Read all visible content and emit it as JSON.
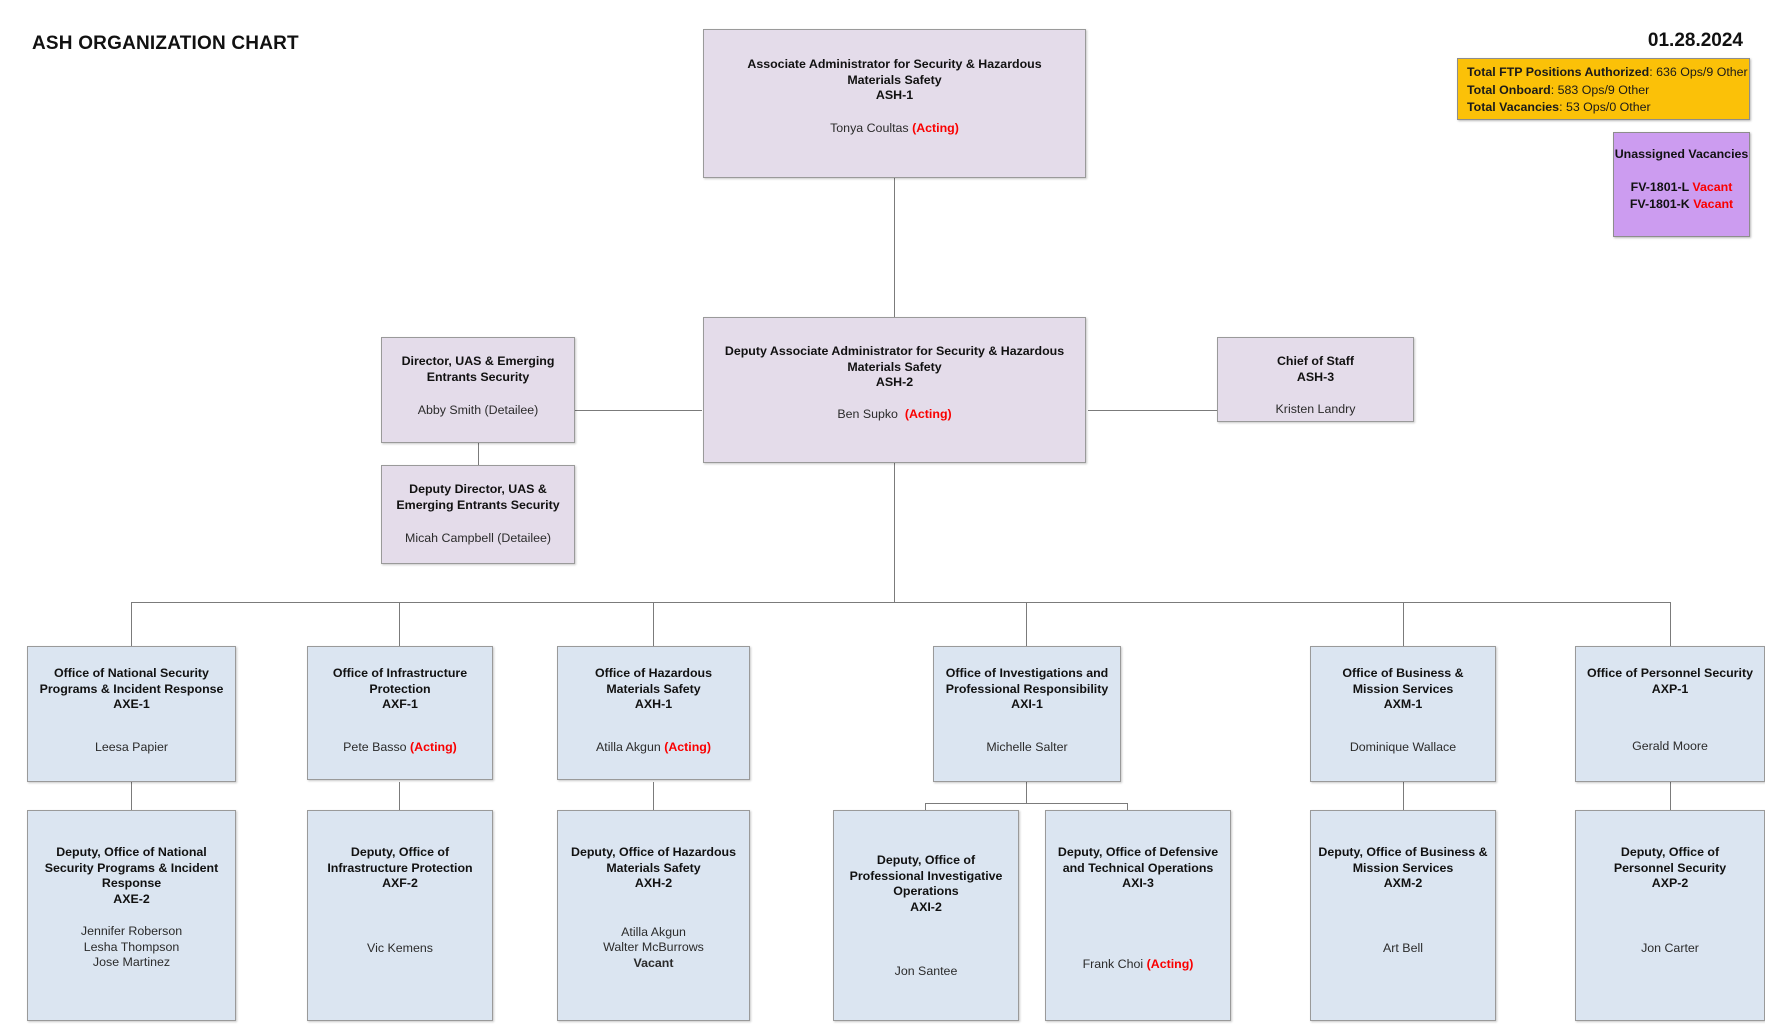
{
  "header": {
    "title": "ASH ORGANIZATION CHART",
    "date": "01.28.2024"
  },
  "ftp_summary": {
    "authorized_label": "Total FTP Positions Authorized",
    "authorized_value": ": 636 Ops/9 Other",
    "onboard_label": "Total Onboard",
    "onboard_value": ": 583 Ops/9 Other",
    "vacancies_label": "Total Vacancies",
    "vacancies_value": ": 53 Ops/0 Other"
  },
  "unassigned_vacancies": {
    "title": "Unassigned Vacancies",
    "rows": [
      {
        "code": "FV-1801-L",
        "status": "Vacant"
      },
      {
        "code": "FV-1801-K",
        "status": "Vacant"
      }
    ]
  },
  "colors": {
    "exec_box": "#e4dcea",
    "office_box": "#dbe5f1",
    "summary_box": "#fbc108",
    "vacancy_box": "#cc9cf0",
    "acting_red": "#fa0000",
    "detailee_blue": "#7f93c4",
    "green_name": "#6f9c4a",
    "connector": "#7b7b7b"
  },
  "nodes": {
    "ash1": {
      "title_line1": "Associate Administrator for Security & Hazardous",
      "title_line2": "Materials Safety",
      "code": "ASH-1",
      "person": "Tonya Coultas",
      "status": "(Acting)"
    },
    "ash2": {
      "title_line1": "Deputy Associate Administrator for Security & Hazardous",
      "title_line2": "Materials Safety",
      "code": "ASH-2",
      "person": "Ben Supko",
      "status": "(Acting)"
    },
    "ash3": {
      "title_line1": "Chief of Staff",
      "code": "ASH-3",
      "person": "Kristen Landry"
    },
    "uas_director": {
      "title_line1": "Director,  UAS & Emerging",
      "title_line2": "Entrants Security",
      "person": "Abby Smith (Detailee)"
    },
    "uas_deputy": {
      "title_line1": "Deputy Director, UAS &",
      "title_line2": "Emerging Entrants Security",
      "person": "Micah Campbell (Detailee)"
    },
    "axe1": {
      "title_line1": "Office of National Security",
      "title_line2": "Programs & Incident Response",
      "code": "AXE-1",
      "person": "Leesa Papier"
    },
    "axf1": {
      "title_line1": "Office of Infrastructure",
      "title_line2": "Protection",
      "code": "AXF-1",
      "person": "Pete Basso",
      "status": "(Acting)"
    },
    "axh1": {
      "title_line1": "Office of Hazardous",
      "title_line2": "Materials Safety",
      "code": "AXH-1",
      "person": "Atilla Akgun",
      "status": "(Acting)"
    },
    "axi1": {
      "title_line1": "Office of Investigations and",
      "title_line2": "Professional Responsibility",
      "code": "AXI-1",
      "person": "Michelle Salter"
    },
    "axm1": {
      "title_line1": "Office of Business &",
      "title_line2": "Mission Services",
      "code": "AXM-1",
      "person": "Dominique Wallace"
    },
    "axp1": {
      "title_line1": "Office of Personnel Security",
      "code": "AXP-1",
      "person": "Gerald Moore"
    },
    "axe2": {
      "title_line1": "Deputy, Office of National",
      "title_line2": "Security Programs & Incident",
      "title_line3": "Response",
      "code": "AXE-2",
      "person1": "Jennifer Roberson",
      "person2": "Lesha Thompson",
      "person3": "Jose Martinez"
    },
    "axf2": {
      "title_line1": "Deputy, Office of",
      "title_line2": "Infrastructure Protection",
      "code": "AXF-2",
      "person": "Vic Kemens"
    },
    "axh2": {
      "title_line1": "Deputy, Office of Hazardous",
      "title_line2": "Materials Safety",
      "code": "AXH-2",
      "person1": "Atilla Akgun",
      "person2": "Walter McBurrows",
      "person3": "Vacant"
    },
    "axi2": {
      "title_line1": "Deputy, Office of",
      "title_line2": "Professional Investigative",
      "title_line3": "Operations",
      "code": "AXI-2",
      "person": "Jon Santee"
    },
    "axi3": {
      "title_line1": "Deputy, Office of Defensive",
      "title_line2": "and Technical Operations",
      "code": "AXI-3",
      "person": "Frank Choi",
      "status": "(Acting)"
    },
    "axm2": {
      "title_line1": "Deputy, Office of Business &",
      "title_line2": "Mission Services",
      "code": "AXM-2",
      "person": "Art Bell"
    },
    "axp2": {
      "title_line1": "Deputy, Office of",
      "title_line2": "Personnel Security",
      "code": "AXP-2",
      "person": "Jon Carter"
    }
  }
}
